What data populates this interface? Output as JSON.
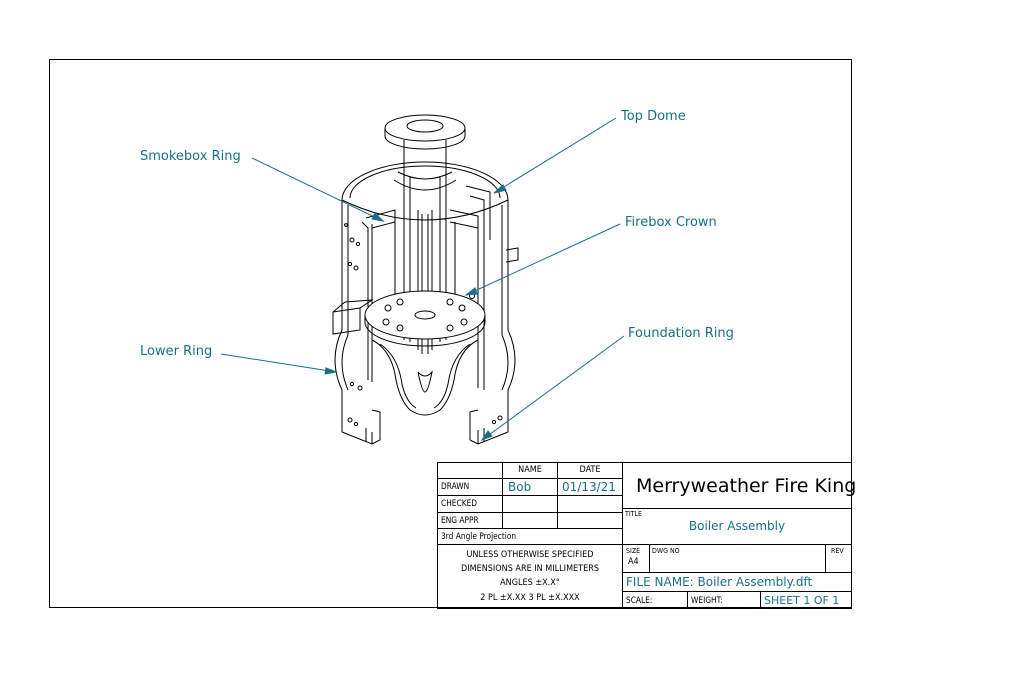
{
  "callouts": {
    "top_dome": "Top Dome",
    "smokebox_ring": "Smokebox Ring",
    "firebox_crown": "Firebox Crown",
    "lower_ring": "Lower Ring",
    "foundation_ring": "Foundation Ring"
  },
  "title_block": {
    "col_name": "NAME",
    "col_date": "DATE",
    "drawn_label": "DRAWN",
    "drawn_name": "Bob",
    "drawn_date": "01/13/21",
    "checked_label": "CHECKED",
    "eng_appr_label": "ENG APPR",
    "projection": "3rd Angle Projection",
    "note_line1": "UNLESS OTHERWISE SPECIFIED",
    "note_line2": "DIMENSIONS ARE IN MILLIMETERS",
    "note_line3": "ANGLES ±X.X°",
    "note_line4": "2 PL ±X.XX 3 PL ±X.XXX",
    "company": "Merryweather Fire King",
    "title_label": "TITLE",
    "title": "Boiler Assembly",
    "size_label": "SIZE",
    "size_value": "A4",
    "dwg_no_label": "DWG NO",
    "rev_label": "REV",
    "file_name": "FILE NAME: Boiler Assembly.dft",
    "scale_label": "SCALE:",
    "weight_label": "WEIGHT:",
    "sheet": "SHEET 1 OF 1"
  },
  "colors": {
    "leader": "#1a6e8a",
    "line": "#000000"
  }
}
